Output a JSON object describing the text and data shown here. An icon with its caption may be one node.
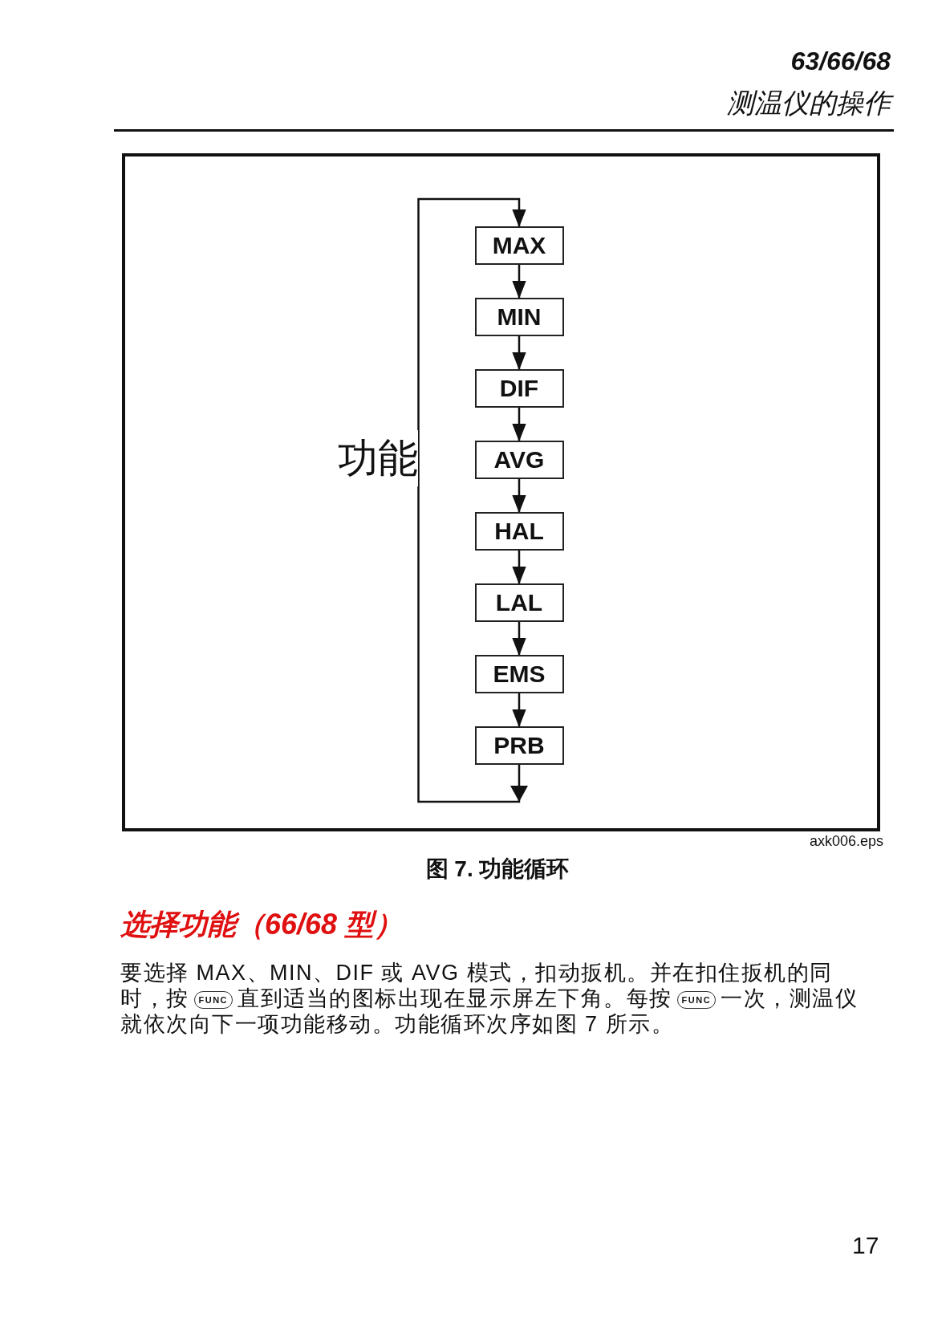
{
  "diagram": {
    "caption": "图 7. 功能循环",
    "nodes": [
      {
        "text": [
          "MAX"
        ]
      },
      {
        "text": [
          "MIN"
        ]
      },
      {
        "text": [
          "DIF"
        ]
      },
      {
        "text": [
          "AVG"
        ]
      },
      {
        "text": [
          "HAL"
        ]
      },
      {
        "text": [
          "LAL"
        ]
      },
      {
        "text": [
          "EMS"
        ]
      },
      {
        "text": [
          "PRB"
        ]
      }
    ],
    "edges": [
      {
        "from": 0,
        "to": 1,
        "arrow": "to"
      },
      {
        "from": 1,
        "to": 2,
        "arrow": "to"
      },
      {
        "from": 2,
        "to": 3,
        "arrow": "to"
      },
      {
        "from": 3,
        "to": 4,
        "arrow": "to"
      },
      {
        "from": 4,
        "to": 5,
        "arrow": "to"
      },
      {
        "from": 5,
        "to": 6,
        "arrow": "to"
      },
      {
        "from": 6,
        "to": 7,
        "arrow": "to"
      },
      {
        "from": 7,
        "to": 0,
        "arrow": "to",
        "label": "功能"
      }
    ],
    "labels": [
      "63/66/68",
      "测温仪的操作",
      "axk006.eps",
      "选择功能（66/68 型）",
      "要选择 MAX、MIN、DIF 或 AVG 模式，扣动扳机。并在扣住扳机的同时，按",
      "FUNC",
      "直到适当的图标出现在显示屏左下角。每按",
      "FUNC",
      "一次，测温仪就依次向下一项功能移动。功能循环次序如图 7 所示。",
      "17"
    ]
  }
}
